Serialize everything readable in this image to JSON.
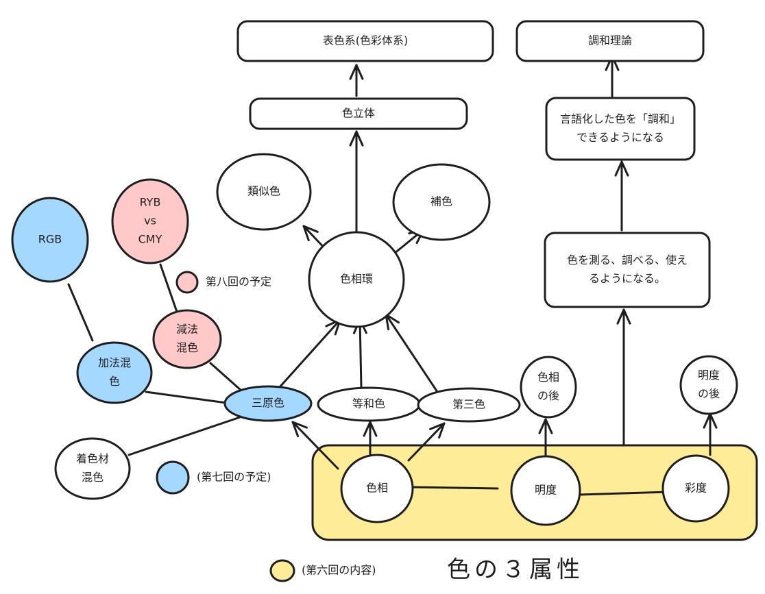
{
  "title": "色の３属性",
  "colors": {
    "stroke": "#1e1e1e",
    "white": "#ffffff",
    "blue": "#a5d8ff",
    "pink": "#ffc9c9",
    "yellow": "#ffec99"
  },
  "nodes": [
    {
      "id": "hyoshokukei",
      "shape": "rect",
      "fill": "white",
      "lines": [
        "表色系(色彩体系)"
      ]
    },
    {
      "id": "chowa-riron",
      "shape": "rect",
      "fill": "white",
      "lines": [
        "調和理論"
      ]
    },
    {
      "id": "shoku-rittai",
      "shape": "rect",
      "fill": "white",
      "lines": [
        "色立体"
      ]
    },
    {
      "id": "gengoka",
      "shape": "rect",
      "fill": "white",
      "lines": [
        "言語化した色を「調和」",
        "できるようになる"
      ]
    },
    {
      "id": "hakaru",
      "shape": "rect",
      "fill": "white",
      "lines": [
        "色を測る、調べる、使え",
        "るようになる。"
      ]
    },
    {
      "id": "ruijishoku",
      "shape": "ellipse",
      "fill": "white",
      "lines": [
        "類似色"
      ]
    },
    {
      "id": "hoshoku",
      "shape": "ellipse",
      "fill": "white",
      "lines": [
        "補色"
      ]
    },
    {
      "id": "shikisokan",
      "shape": "ellipse",
      "fill": "white",
      "lines": [
        "色相環"
      ]
    },
    {
      "id": "rgb",
      "shape": "ellipse",
      "fill": "blue",
      "lines": [
        "RGB"
      ]
    },
    {
      "id": "ryb-cmy",
      "shape": "ellipse",
      "fill": "pink",
      "lines": [
        "RYB",
        "vs",
        "CMY"
      ]
    },
    {
      "id": "genpo",
      "shape": "ellipse",
      "fill": "pink",
      "lines": [
        "減法",
        "混色"
      ]
    },
    {
      "id": "kaho",
      "shape": "ellipse",
      "fill": "blue",
      "lines": [
        "加法混",
        "色"
      ]
    },
    {
      "id": "sangensyoku",
      "shape": "ellipse",
      "fill": "blue",
      "lines": [
        "三原色"
      ]
    },
    {
      "id": "towashoku",
      "shape": "ellipse",
      "fill": "white",
      "lines": [
        "等和色"
      ]
    },
    {
      "id": "daisanshoku",
      "shape": "ellipse",
      "fill": "white",
      "lines": [
        "第三色"
      ]
    },
    {
      "id": "shikiso-ato",
      "shape": "ellipse",
      "fill": "white",
      "lines": [
        "色相",
        "の後"
      ]
    },
    {
      "id": "meido-ato",
      "shape": "ellipse",
      "fill": "white",
      "lines": [
        "明度",
        "の後"
      ]
    },
    {
      "id": "chakushokuzai",
      "shape": "ellipse",
      "fill": "white",
      "lines": [
        "着色材",
        "混色"
      ]
    },
    {
      "id": "shikiso",
      "shape": "ellipse",
      "fill": "white",
      "lines": [
        "色相"
      ]
    },
    {
      "id": "meido",
      "shape": "ellipse",
      "fill": "white",
      "lines": [
        "明度"
      ]
    },
    {
      "id": "saido",
      "shape": "ellipse",
      "fill": "white",
      "lines": [
        "彩度"
      ]
    }
  ],
  "group": {
    "id": "three-attributes",
    "fill": "yellow",
    "members": [
      "shikiso",
      "meido",
      "saido"
    ]
  },
  "edges": [
    {
      "from": "shoku-rittai",
      "to": "hyoshokukei",
      "arrow": true
    },
    {
      "from": "gengoka",
      "to": "chowa-riron",
      "arrow": true
    },
    {
      "from": "hakaru",
      "to": "gengoka",
      "arrow": true
    },
    {
      "from": "three-attributes",
      "to": "hakaru",
      "arrow": true
    },
    {
      "from": "shikisokan",
      "to": "shoku-rittai",
      "arrow": true
    },
    {
      "from": "shikisokan",
      "to": "ruijishoku",
      "arrow": true
    },
    {
      "from": "shikisokan",
      "to": "hoshoku",
      "arrow": true
    },
    {
      "from": "sangensyoku",
      "to": "shikisokan",
      "arrow": true
    },
    {
      "from": "towashoku",
      "to": "shikisokan",
      "arrow": true
    },
    {
      "from": "daisanshoku",
      "to": "shikisokan",
      "arrow": true
    },
    {
      "from": "shikiso",
      "to": "sangensyoku",
      "arrow": true
    },
    {
      "from": "shikiso",
      "to": "towashoku",
      "arrow": true
    },
    {
      "from": "shikiso",
      "to": "daisanshoku",
      "arrow": true
    },
    {
      "from": "meido",
      "to": "shikiso-ato",
      "arrow": true
    },
    {
      "from": "saido",
      "to": "meido-ato",
      "arrow": true
    },
    {
      "from": "rgb",
      "to": "kaho",
      "arrow": false
    },
    {
      "from": "ryb-cmy",
      "to": "genpo",
      "arrow": false
    },
    {
      "from": "kaho",
      "to": "sangensyoku",
      "arrow": false
    },
    {
      "from": "genpo",
      "to": "sangensyoku",
      "arrow": false
    },
    {
      "from": "chakushokuzai",
      "to": "sangensyoku",
      "arrow": false
    },
    {
      "from": "shikiso",
      "to": "meido",
      "arrow": false
    },
    {
      "from": "meido",
      "to": "saido",
      "arrow": false
    }
  ],
  "legend": [
    {
      "id": "pink",
      "fill": "pink",
      "label": "第八回の予定"
    },
    {
      "id": "blue",
      "fill": "blue",
      "label": "(第七回の予定)"
    },
    {
      "id": "yellow",
      "fill": "yellow",
      "label": "(第六回の内容)"
    }
  ]
}
